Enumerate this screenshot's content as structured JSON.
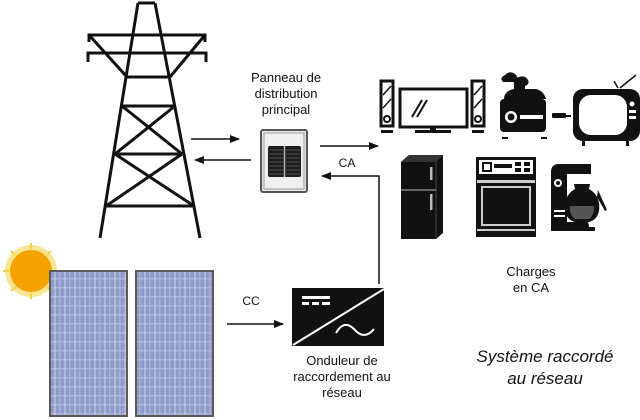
{
  "diagram": {
    "title_line1": "Système raccordé",
    "title_line2": "au réseau",
    "panel_label": [
      "Panneau de",
      "distribution",
      "principal"
    ],
    "inverter_label": [
      "Onduleur de",
      "raccordement au",
      "réseau"
    ],
    "loads_label": [
      "Charges",
      "en CA"
    ],
    "ac_label": "CA",
    "dc_label": "CC",
    "components": [
      {
        "name": "transmission-tower",
        "icon": "pylon-icon"
      },
      {
        "name": "main-distribution-panel",
        "icon": "breaker-panel-icon"
      },
      {
        "name": "solar-array",
        "icon": "solar-panel-icon",
        "count": 2
      },
      {
        "name": "sun",
        "icon": "sun-icon"
      },
      {
        "name": "grid-tie-inverter",
        "icon": "inverter-icon"
      },
      {
        "name": "ac-loads",
        "icons": [
          "home-theater-icon",
          "toaster-icon",
          "tv-icon",
          "fridge-icon",
          "oven-icon",
          "coffee-maker-icon"
        ]
      }
    ],
    "flows": [
      {
        "from": "transmission-tower",
        "to": "main-distribution-panel"
      },
      {
        "from": "main-distribution-panel",
        "to": "transmission-tower"
      },
      {
        "from": "main-distribution-panel",
        "to": "ac-loads",
        "label": "CA"
      },
      {
        "from": "grid-tie-inverter",
        "to": "main-distribution-panel"
      },
      {
        "from": "solar-array",
        "to": "grid-tie-inverter",
        "label": "CC"
      }
    ],
    "colors": {
      "ink": "#111111",
      "sun": "#f5a100",
      "sun_rays": "#f7d34a",
      "panel_cell": "#9aa6cf",
      "panel_frame": "#5a5a5a",
      "board_bg": "#e8e8e8"
    }
  }
}
